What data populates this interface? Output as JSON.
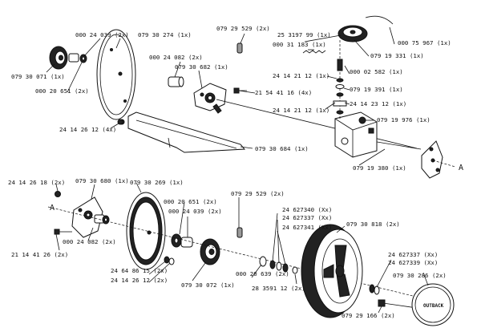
{
  "labels": {
    "l1": "000 24 039 (2x)",
    "l2": "079 30 274 (1x)",
    "l3": "079 30 071 (1x)",
    "l4": "000 20 651 (2x)",
    "l5": "000 24 082 (2x)",
    "l6": "079 30 682 (1x)",
    "l7": "079 29 529 (2x)",
    "l8": "25 3197 99 (1x)",
    "l9": "000 31 183 (1x)",
    "l10": "000 75 967 (1x)",
    "l11": "079 19 331 (1x)",
    "l12": "24 14 21 12 (1x)",
    "l13": "000 02 582 (1x)",
    "l14": "079 19 391 (1x)",
    "l15": "24 14 21 12 (1x)",
    "l16": "24 14 23 12 (1x)",
    "l17": "21 54 41 16 (4x)",
    "l18": "079 19 976 (1x)",
    "l19": "24 14 26 12 (4x)",
    "l20": "079 30 684 (1x)",
    "l21": "079 19 380 (1x)",
    "l22": "A",
    "l23": "24 14 26 18 (2x)",
    "l24": "079 30 680 (1x)",
    "l25": "079 30 269 (1x)",
    "l26": "A",
    "l27": "000 20 651 (2x)",
    "l28": "000 24 039 (2x)",
    "l29": "079 29 529 (2x)",
    "l30": "24 627340 (Xx)",
    "l31": "24 627337 (Xx)",
    "l32": "24 627341 (Xx)",
    "l33": "079 30 818 (2x)",
    "l34": "21 14 41 26 (2x)",
    "l35": "000 24 082 (2x)",
    "l36": "24 64 86 15 (2x)",
    "l37": "24 14 26 12 (2x)",
    "l38": "079 30 072 (1x)",
    "l39": "000 20 639 (2x)",
    "l40": "28 3591 12 (2x)",
    "l41": "24 627337 (Xx)",
    "l42": "24 627339 (Xx)",
    "l43": "079 30 286 (2x)",
    "l44": "079 29 166 (2x)",
    "cap_logo": "OUTBACK"
  }
}
